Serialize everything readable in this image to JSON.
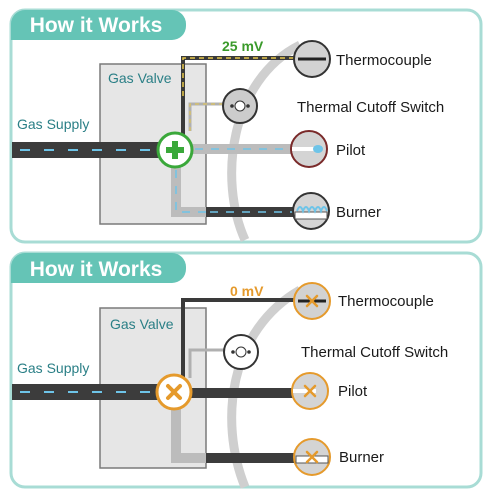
{
  "colors": {
    "panel_border": "#a8dcd5",
    "header_fill": "#65c4b6",
    "active_green": "#3aa83a",
    "inactive_orange": "#e59a2c",
    "label_teal": "#2a7f86",
    "pipe_dark": "#3c3c3c",
    "flame_blue": "#6ec4e8",
    "wire_yellow": "#e8c84a"
  },
  "panels": [
    {
      "title": "How it Works",
      "voltage": "25 mV",
      "gas_valve_label": "Gas Valve",
      "gas_supply_label": "Gas Supply",
      "components": {
        "thermocouple": "Thermocouple",
        "thermal_cutoff_switch": "Thermal Cutoff Switch",
        "pilot": "Pilot",
        "burner": "Burner"
      },
      "valve_state": "open",
      "valve_icon": "plus-icon"
    },
    {
      "title": "How it Works",
      "voltage": "0 mV",
      "gas_valve_label": "Gas Valve",
      "gas_supply_label": "Gas Supply",
      "components": {
        "thermocouple": "Thermocouple",
        "thermal_cutoff_switch": "Thermal Cutoff Switch",
        "pilot": "Pilot",
        "burner": "Burner"
      },
      "valve_state": "closed",
      "valve_icon": "x-icon"
    }
  ]
}
